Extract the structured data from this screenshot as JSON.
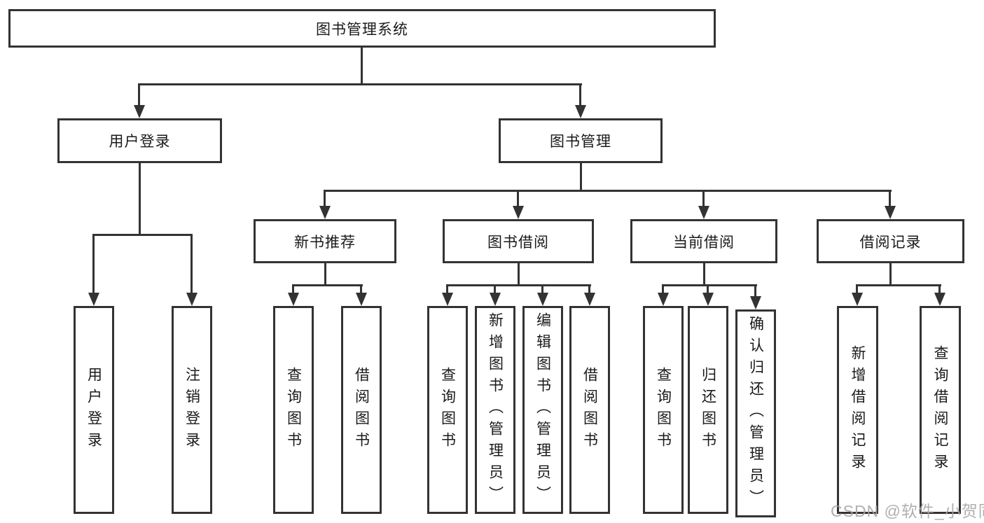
{
  "tree": {
    "root": "图书管理系统",
    "branches": [
      {
        "label": "用户登录",
        "children": [
          "用户登录",
          "注销登录"
        ]
      },
      {
        "label": "图书管理",
        "sections": [
          {
            "label": "新书推荐",
            "children": [
              "查询图书",
              "借阅图书"
            ]
          },
          {
            "label": "图书借阅",
            "children": [
              "查询图书",
              "新增图书（管理员）",
              "编辑图书（管理员）",
              "借阅图书"
            ]
          },
          {
            "label": "当前借阅",
            "children": [
              "查询图书",
              "归还图书",
              "确认归还（管理员）"
            ]
          },
          {
            "label": "借阅记录",
            "children": [
              "新增借阅记录",
              "查询借阅记录"
            ]
          }
        ]
      }
    ]
  },
  "watermark": "CSDN @软件_小贺同学",
  "colors": {
    "line": "#333333",
    "text": "#1a1a1a",
    "watermark": "#a5a5a5"
  }
}
